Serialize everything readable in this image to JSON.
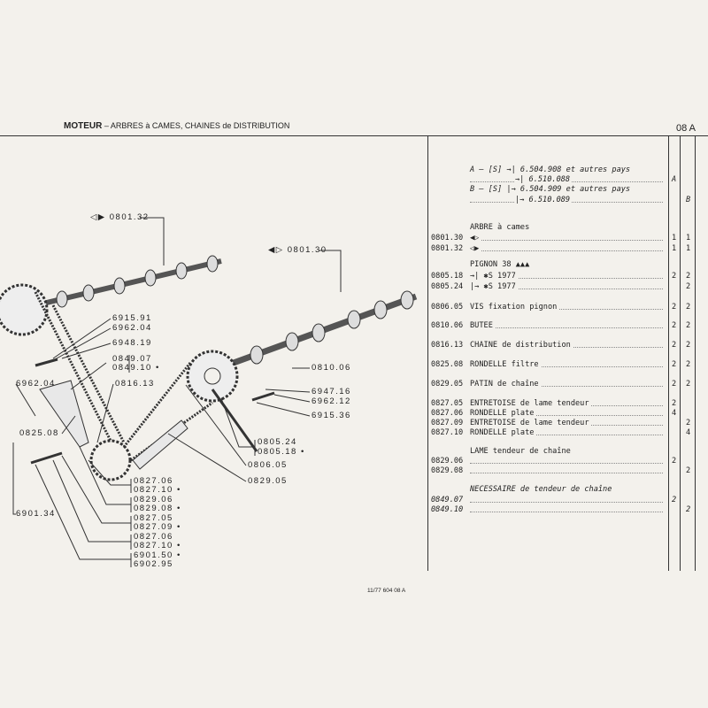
{
  "header": {
    "title": "MOTEUR",
    "subtitle": "– ARBRES à CAMES, CHAINES de DISTRIBUTION",
    "section": "08 A"
  },
  "legend": [
    {
      "text": "A – [S] →| 6.504.908 et autres pays"
    },
    {
      "text": "→| 6.510.088",
      "col": "A"
    },
    {
      "text": "B – [S] |→ 6.504.909 et autres pays"
    },
    {
      "text": "|→ 6.510.089",
      "col": "B"
    }
  ],
  "groups": {
    "arbre": "ARBRE à cames",
    "pignon": "PIGNON 38 ▲▲▲",
    "lame": "LAME tendeur de chaîne",
    "necessaire": "NECESSAIRE de tendeur de chaîne"
  },
  "parts": [
    {
      "code": "0801.30",
      "desc": "◀▷",
      "a": "1",
      "b": "1"
    },
    {
      "code": "0801.32",
      "desc": "◁▶",
      "a": "1",
      "b": "1"
    },
    {
      "code": "0805.18",
      "desc": "→| ✱S 1977",
      "a": "2",
      "b": "2"
    },
    {
      "code": "0805.24",
      "desc": "|→ ✱S 1977",
      "a": "",
      "b": "2"
    },
    {
      "code": "0806.05",
      "desc": "VIS fixation pignon",
      "a": "2",
      "b": "2"
    },
    {
      "code": "0810.06",
      "desc": "BUTEE",
      "a": "2",
      "b": "2"
    },
    {
      "code": "0816.13",
      "desc": "CHAINE de distribution",
      "a": "2",
      "b": "2"
    },
    {
      "code": "0825.08",
      "desc": "RONDELLE filtre",
      "a": "2",
      "b": "2"
    },
    {
      "code": "0829.05",
      "desc": "PATIN de chaîne",
      "a": "2",
      "b": "2"
    },
    {
      "code": "0827.05",
      "desc": "ENTRETOISE de lame tendeur",
      "a": "2",
      "b": ""
    },
    {
      "code": "0827.06",
      "desc": "RONDELLE plate",
      "a": "4",
      "b": ""
    },
    {
      "code": "0827.09",
      "desc": "ENTRETOISE de lame tendeur",
      "a": "",
      "b": "2"
    },
    {
      "code": "0827.10",
      "desc": "RONDELLE plate",
      "a": "",
      "b": "4"
    },
    {
      "code": "0829.06",
      "desc": "",
      "a": "2",
      "b": ""
    },
    {
      "code": "0829.08",
      "desc": "",
      "a": "",
      "b": "2"
    },
    {
      "code": "0849.07",
      "desc": "",
      "a": "2",
      "b": ""
    },
    {
      "code": "0849.10",
      "desc": "",
      "a": "",
      "b": "2"
    }
  ],
  "diagram_labels": [
    "◁▶ 0801.32",
    "◀▷ 0801.30",
    "6915.91",
    "6962.04",
    "6948.19",
    "0849.07",
    "0849.10 •",
    "6962.04",
    "0816.13",
    "0825.08",
    "0810.06",
    "6947.16",
    "6962.12",
    "6915.36",
    "0805.24",
    "0805.18 •",
    "0806.05",
    "0829.05",
    "0827.06",
    "0827.10 •",
    "0829.06",
    "0829.08 •",
    "0827.05",
    "0827.09 •",
    "6901.34",
    "0827.06",
    "0827.10 •",
    "6901.50 •",
    "6902.95"
  ],
  "footer": "11/77 604 08 A"
}
